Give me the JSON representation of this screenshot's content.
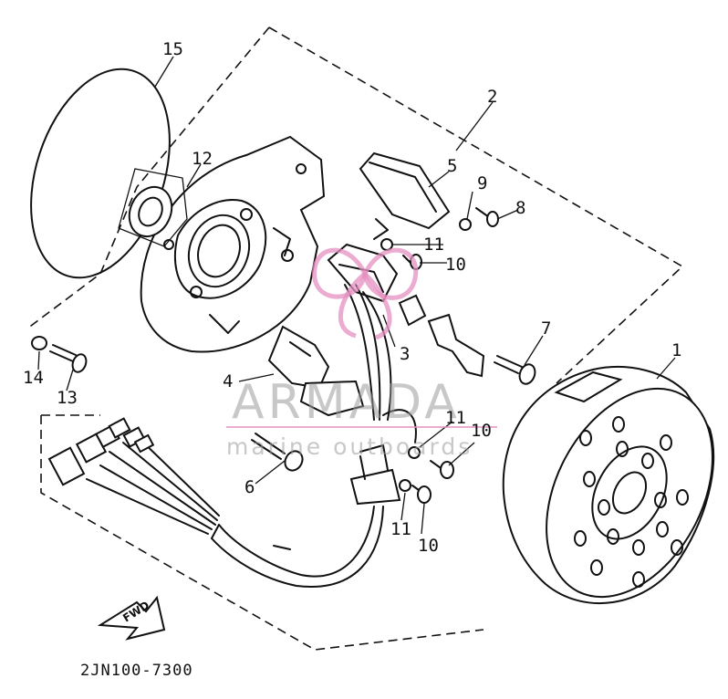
{
  "diagram_code": "2JN100-7300",
  "direction_label": "FWD",
  "watermark": {
    "brand": "ARMADA",
    "tagline": "marine outboards",
    "accent_color": "#e58fc0"
  },
  "callouts": [
    {
      "id": "c1",
      "text": "1"
    },
    {
      "id": "c2",
      "text": "2"
    },
    {
      "id": "c3",
      "text": "3"
    },
    {
      "id": "c4",
      "text": "4"
    },
    {
      "id": "c5",
      "text": "5"
    },
    {
      "id": "c6",
      "text": "6"
    },
    {
      "id": "c7",
      "text": "7"
    },
    {
      "id": "c8",
      "text": "8"
    },
    {
      "id": "c9",
      "text": "9"
    },
    {
      "id": "c10a",
      "text": "10"
    },
    {
      "id": "c10b",
      "text": "10"
    },
    {
      "id": "c10c",
      "text": "10"
    },
    {
      "id": "c11a",
      "text": "11"
    },
    {
      "id": "c11b",
      "text": "11"
    },
    {
      "id": "c11c",
      "text": "11"
    },
    {
      "id": "c12",
      "text": "12"
    },
    {
      "id": "c13",
      "text": "13"
    },
    {
      "id": "c14",
      "text": "14"
    },
    {
      "id": "c15",
      "text": "15"
    }
  ]
}
